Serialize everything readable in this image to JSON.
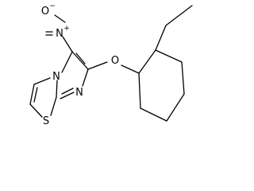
{
  "molecule": {
    "atoms": {
      "nitro_n": {
        "symbol": "N",
        "charge": "+"
      },
      "nitro_o": {
        "symbol": "O",
        "charge": "−"
      },
      "ring_n_bridge": {
        "symbol": "N"
      },
      "ring_n_imine": {
        "symbol": "N"
      },
      "ether_o": {
        "symbol": "O"
      },
      "ring_s": {
        "symbol": "S"
      }
    }
  }
}
